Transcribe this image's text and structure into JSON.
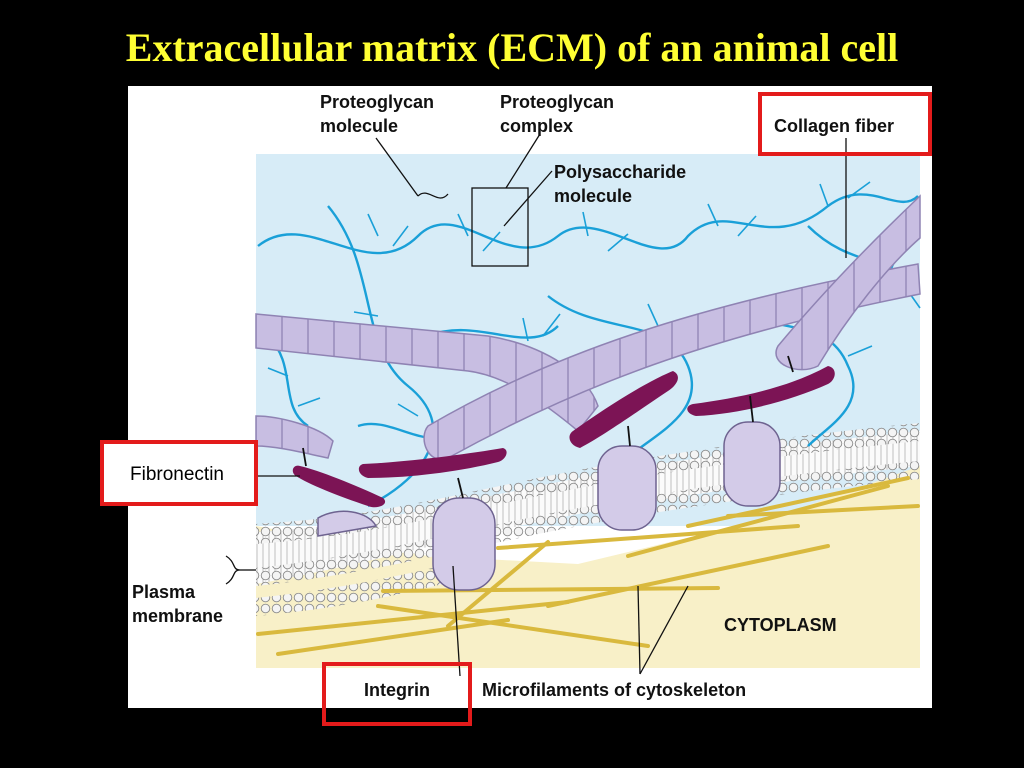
{
  "slide": {
    "title": "Extracellular matrix (ECM) of an animal cell",
    "title_color": "#ffff33",
    "background": "#000000",
    "highlight_color": "#e31b1b"
  },
  "labels": {
    "proteoglycan_molecule": "Proteoglycan molecule",
    "proteoglycan_complex": "Proteoglycan complex",
    "polysaccharide_molecule": "Polysaccharide molecule",
    "collagen_fiber": "Collagen fiber",
    "fibronectin": "Fibronectin",
    "plasma_membrane": "Plasma membrane",
    "cytoplasm": "CYTOPLASM",
    "integrin": "Integrin",
    "microfilaments": "Microfilaments of cytoskeleton"
  },
  "colors": {
    "matrix": "#d7ecf7",
    "cytoplasm": "#f8f0c8",
    "proteoglycan": "#1aa0d8",
    "collagen": "#c7bde0",
    "fibronectin": "#7c1455",
    "integrin": "#d3cbe8",
    "microfilament": "#d9b93e"
  }
}
